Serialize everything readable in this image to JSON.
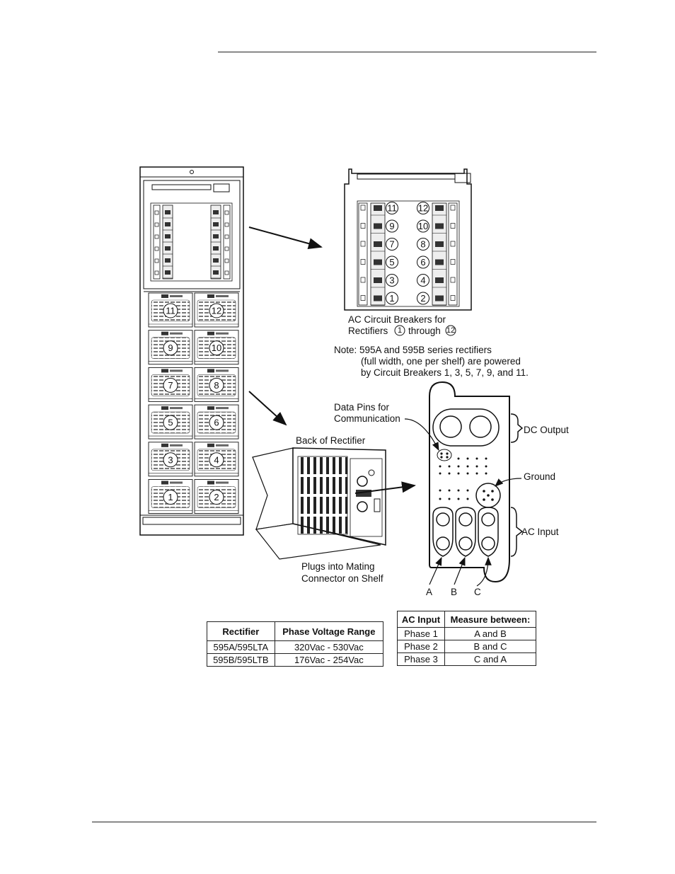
{
  "labels": {
    "ac_breakers_line1": "AC Circuit Breakers for",
    "ac_breakers_line2_a": "Rectifiers",
    "ac_breakers_line2_b": "through",
    "ac_breakers_from": "1",
    "ac_breakers_to": "12",
    "note_line1": "Note: 595A and 595B series rectifiers",
    "note_line2": "(full width, one per shelf) are powered",
    "note_line3": "by Circuit Breakers 1, 3, 5, 7, 9, and 11.",
    "data_pins_line1": "Data Pins for",
    "data_pins_line2": "Communication",
    "dc_output": "DC Output",
    "back_of_rectifier": "Back of Rectifier",
    "ground": "Ground",
    "ac_input": "AC Input",
    "plugs_line1": "Plugs into Mating",
    "plugs_line2": "Connector on Shelf",
    "phase_a": "A",
    "phase_b": "B",
    "phase_c": "C"
  },
  "shelves": [
    {
      "left": "11",
      "right": "12"
    },
    {
      "left": "9",
      "right": "10"
    },
    {
      "left": "7",
      "right": "8"
    },
    {
      "left": "5",
      "right": "6"
    },
    {
      "left": "3",
      "right": "4"
    },
    {
      "left": "1",
      "right": "2"
    }
  ],
  "breaker_panel": {
    "left_column": [
      "11",
      "9",
      "7",
      "5",
      "3",
      "1"
    ],
    "right_column": [
      "12",
      "10",
      "8",
      "6",
      "4",
      "2"
    ]
  },
  "voltage_table": {
    "headers": [
      "Rectifier",
      "Phase Voltage Range"
    ],
    "rows": [
      [
        "595A/595LTA",
        "320Vac - 530Vac"
      ],
      [
        "595B/595LTB",
        "176Vac - 254Vac"
      ]
    ]
  },
  "measure_table": {
    "headers": [
      "AC Input",
      "Measure between:"
    ],
    "rows": [
      [
        "Phase 1",
        "A and B"
      ],
      [
        "Phase 2",
        "B and C"
      ],
      [
        "Phase 3",
        "C and A"
      ]
    ]
  }
}
